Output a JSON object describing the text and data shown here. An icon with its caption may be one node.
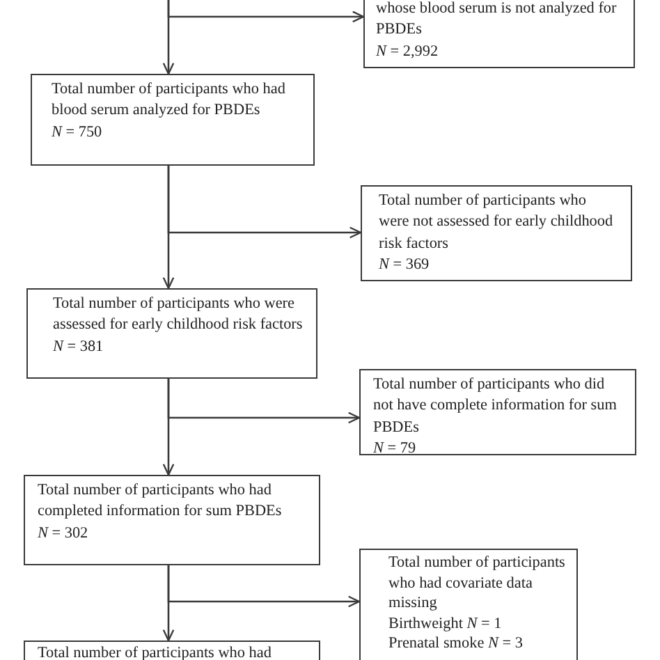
{
  "diagram": {
    "nodes": [
      {
        "text": [
          "whose blood serum is not analyzed for PBDEs",
          "*N* = 2,992"
        ]
      },
      {
        "text": [
          "Total number of participants who had blood serum analyzed for PBDEs",
          "*N* = 750"
        ]
      },
      {
        "text": [
          "Total number of participants who were not assessed for early childhood risk factors",
          "*N* = 369"
        ]
      },
      {
        "text": [
          "Total number of participants who were assessed for early childhood risk factors",
          "*N* = 381"
        ]
      },
      {
        "text": [
          "Total number of participants who did not have complete information for sum PBDEs",
          "*N* = 79"
        ]
      },
      {
        "text": [
          "Total number of participants who had completed information for sum PBDEs",
          "*N* = 302"
        ]
      },
      {
        "text": [
          "Total number of participants who had covariate data missing",
          "Birthweight *N* = 1",
          "Prenatal smoke *N* = 3"
        ]
      },
      {
        "text": [
          "Total number of participants who had"
        ]
      }
    ],
    "edges": [
      {
        "from": null,
        "to": 1,
        "arrow": "to"
      },
      {
        "from": null,
        "to": 0,
        "arrow": "to"
      },
      {
        "from": 1,
        "to": 3,
        "arrow": "to"
      },
      {
        "from": 1,
        "to": 2,
        "arrow": "to"
      },
      {
        "from": 3,
        "to": 5,
        "arrow": "to"
      },
      {
        "from": 3,
        "to": 4,
        "arrow": "to"
      },
      {
        "from": 5,
        "to": 7,
        "arrow": "to"
      },
      {
        "from": 5,
        "to": 6,
        "arrow": "to"
      }
    ]
  }
}
